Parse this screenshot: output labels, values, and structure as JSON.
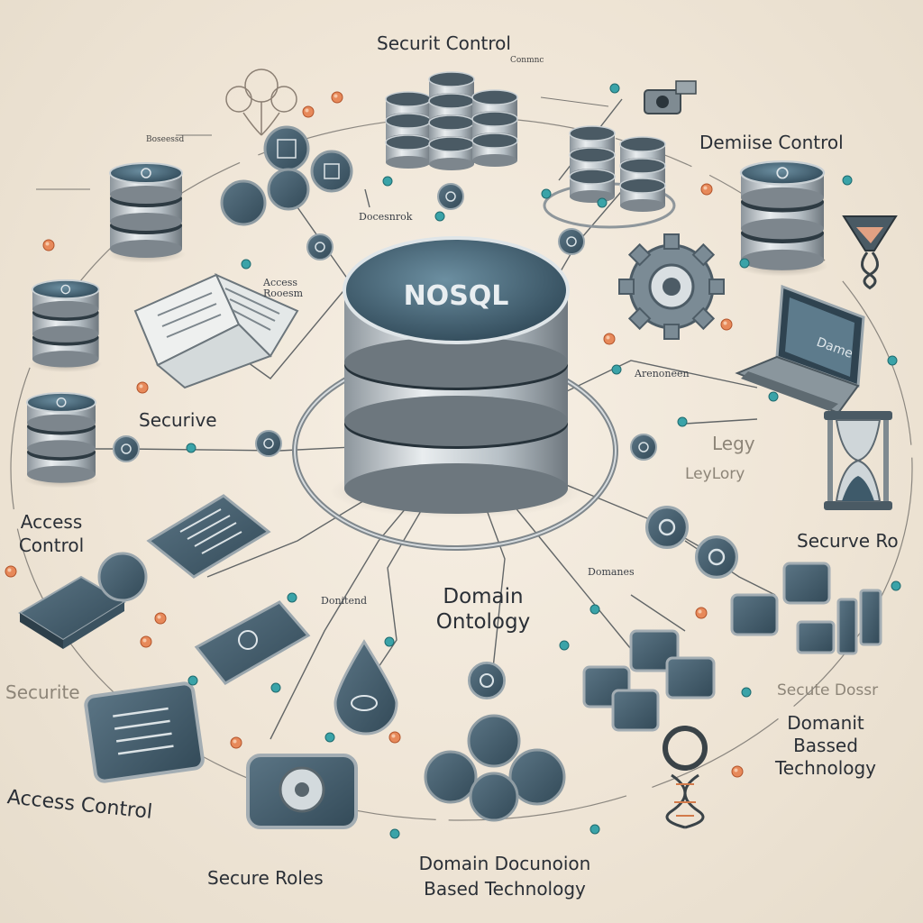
{
  "center": {
    "label": "NOSQL"
  },
  "labels": {
    "top_security": "Securit Control",
    "top_security_sub": "Conmnc",
    "demise": "Demiise Control",
    "documents_small": "Docesnrok",
    "access_small": "Access Rooesm",
    "securive": "Securive",
    "access_control_left": "Access\nControl",
    "legacy_line1": "Legy",
    "legacy_line2": "LeyLory",
    "domains_small": "Domanes",
    "secure_roles_right": "Securve Ro",
    "domain_ontology": "Domain\nOntology",
    "domain_small": "Donitend",
    "securite": "Securite",
    "secute_dossr": "Secute Dossr",
    "domain_based_tech": "Domanit\nBassed\nTechnology",
    "access_control_bottom": "Access Control",
    "secure_roles_bottom": "Secure Roles",
    "domain_doc_tech": "Domain Docunoion\nBased Technology",
    "laptop_screen": "Dame",
    "services_small": "Arenoneen",
    "bottom_left_small": "Boseessd"
  },
  "colors": {
    "slate": "#3e5a6a",
    "slate_dark": "#2b3f4b",
    "steel": "#a9b2b8",
    "teal_dot": "#3aa3a8",
    "orange_dot": "#e07a46",
    "line": "#4a5054"
  },
  "icons": [
    "database-icon",
    "gear-icon",
    "laptop-icon",
    "hourglass-icon",
    "document-icon",
    "lock-icon",
    "drop-icon",
    "cube-icon",
    "dna-icon",
    "key-icon",
    "tree-icon"
  ]
}
